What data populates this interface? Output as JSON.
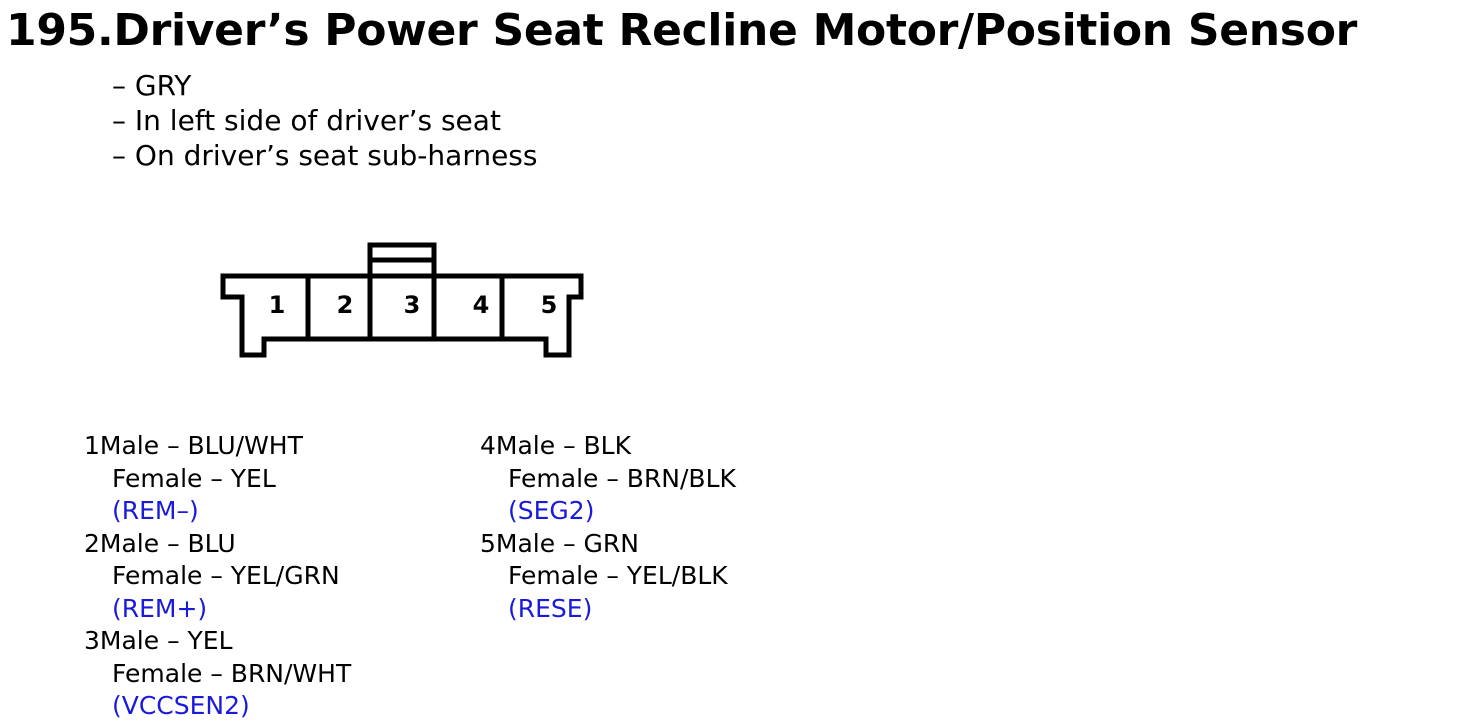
{
  "title": "195.Driver’s Power Seat Recline Motor/Position Sensor",
  "notes": [
    "– GRY",
    "– In left side of driver’s seat",
    "– On driver’s seat sub-harness"
  ],
  "connector": {
    "pin_labels": [
      "1",
      "2",
      "3",
      "4",
      "5"
    ]
  },
  "pins": [
    {
      "male": "1Male – BLU/WHT",
      "female": "Female – YEL",
      "signal": "(REM–)"
    },
    {
      "male": "2Male – BLU",
      "female": "Female – YEL/GRN",
      "signal": "(REM+)"
    },
    {
      "male": "3Male – YEL",
      "female": "Female – BRN/WHT",
      "signal": "(VCCSEN2)"
    },
    {
      "male": "4Male – BLK",
      "female": "Female – BRN/BLK",
      "signal": "(SEG2)"
    },
    {
      "male": "5Male – GRN",
      "female": "Female – YEL/BLK",
      "signal": "(RESE)"
    }
  ],
  "colors": {
    "signal": "#1a1adc",
    "text": "#000000"
  }
}
